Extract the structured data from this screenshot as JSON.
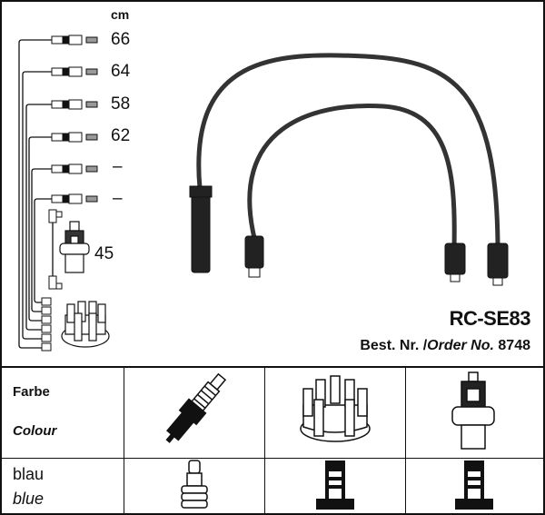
{
  "unit_label": "cm",
  "cable_lengths": [
    "66",
    "64",
    "58",
    "62",
    "–",
    "–"
  ],
  "coil_cable_length": "45",
  "product": {
    "code": "RC-SE83",
    "order_prefix": "Best. Nr. /",
    "order_label": "Order No.",
    "order_number": "8748"
  },
  "table": {
    "header_de": "Farbe",
    "header_en": "Colour",
    "colour_de": "blau",
    "colour_en": "blue",
    "columns": [
      "spark-plug",
      "distributor-cap",
      "ignition-coil"
    ]
  }
}
